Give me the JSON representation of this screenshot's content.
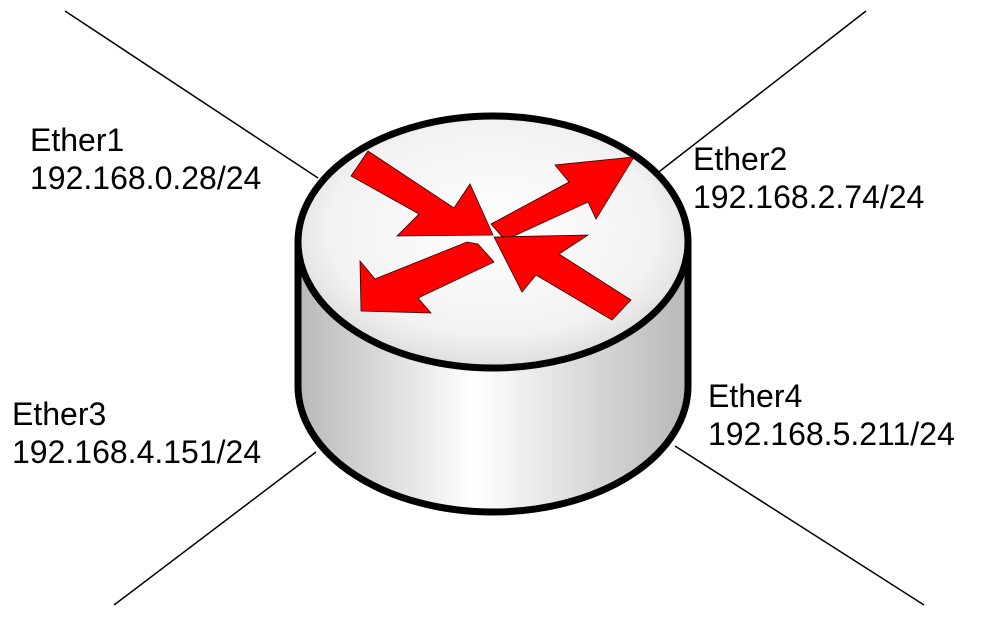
{
  "diagram": {
    "interfaces": [
      {
        "name": "Ether1",
        "address": "192.168.0.28/24"
      },
      {
        "name": "Ether2",
        "address": "192.168.2.74/24"
      },
      {
        "name": "Ether3",
        "address": "192.168.4.151/24"
      },
      {
        "name": "Ether4",
        "address": "192.168.5.211/24"
      }
    ],
    "colors": {
      "arrow": "#ff0000",
      "router_outline": "#000000",
      "router_body_light": "#ffffff",
      "router_body_dark": "#bdbdbd",
      "link_line": "#000000",
      "text": "#000000"
    },
    "icons": {
      "router": "router-icon",
      "arrows": "routing-arrows-icon"
    }
  }
}
